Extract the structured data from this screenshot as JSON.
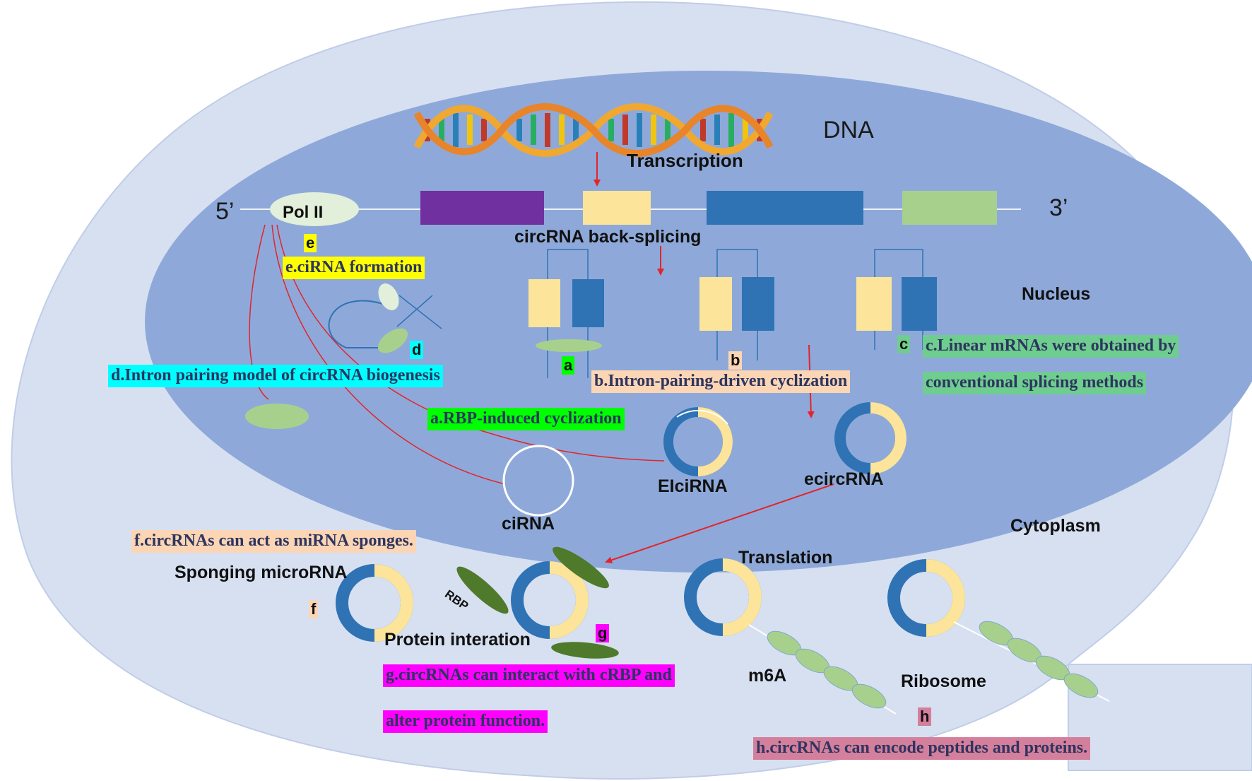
{
  "colors": {
    "cell": "#d7e0f1",
    "nucleus": "#8ea9d9",
    "cell_edge": "#c0cde8",
    "yellow_block": "#fce49a",
    "blue_block": "#2f73b5",
    "purple_block": "#7030a0",
    "green_block": "#a8d08d",
    "red_line": "#e3242b",
    "dark_green_protein": "#4f7a2b",
    "hl_yellow": "#ffff00",
    "hl_cyan": "#00ffff",
    "hl_green": "#00ff00",
    "hl_peach": "#fcd5b4",
    "hl_seagreen": "#6fcd8f",
    "hl_magenta": "#ff00ff",
    "hl_rose": "#d47f9c"
  },
  "labels": {
    "dna": "DNA",
    "transcription": "Transcription",
    "five_prime": "5’",
    "three_prime": "3’",
    "pol2": "Pol II",
    "backsplicing": "circRNA back-splicing",
    "nucleus": "Nucleus",
    "cytoplasm": "Cytoplasm",
    "eiciRNA": "EIciRNA",
    "ecircRNA": "ecircRNA",
    "ciRNA": "ciRNA",
    "sponging": "Sponging microRNA",
    "protein_interation": "Protein interation",
    "translation": "Translation",
    "rbp": "RBP",
    "m6a": "m6A",
    "ribosome": "Ribosome"
  },
  "mechanisms": {
    "a_tag": "a",
    "a_text": "a.RBP-induced cyclization",
    "b_tag": "b",
    "b_text": "b.Intron-pairing-driven cyclization",
    "c_tag": "c",
    "c_line1": "c.Linear mRNAs were obtained by",
    "c_line2": "conventional splicing methods",
    "d_tag": "d",
    "d_text": "d.Intron pairing model of circRNA biogenesis",
    "e_tag": "e",
    "e_text": "e.ciRNA formation",
    "f_tag": "f",
    "f_text": "f.circRNAs can act as miRNA sponges.",
    "g_tag": "g",
    "g_line1": "g.circRNAs can interact with cRBP and",
    "g_line2": "alter protein function.",
    "h_tag": "h",
    "h_text": "h.circRNAs can encode peptides and proteins."
  }
}
